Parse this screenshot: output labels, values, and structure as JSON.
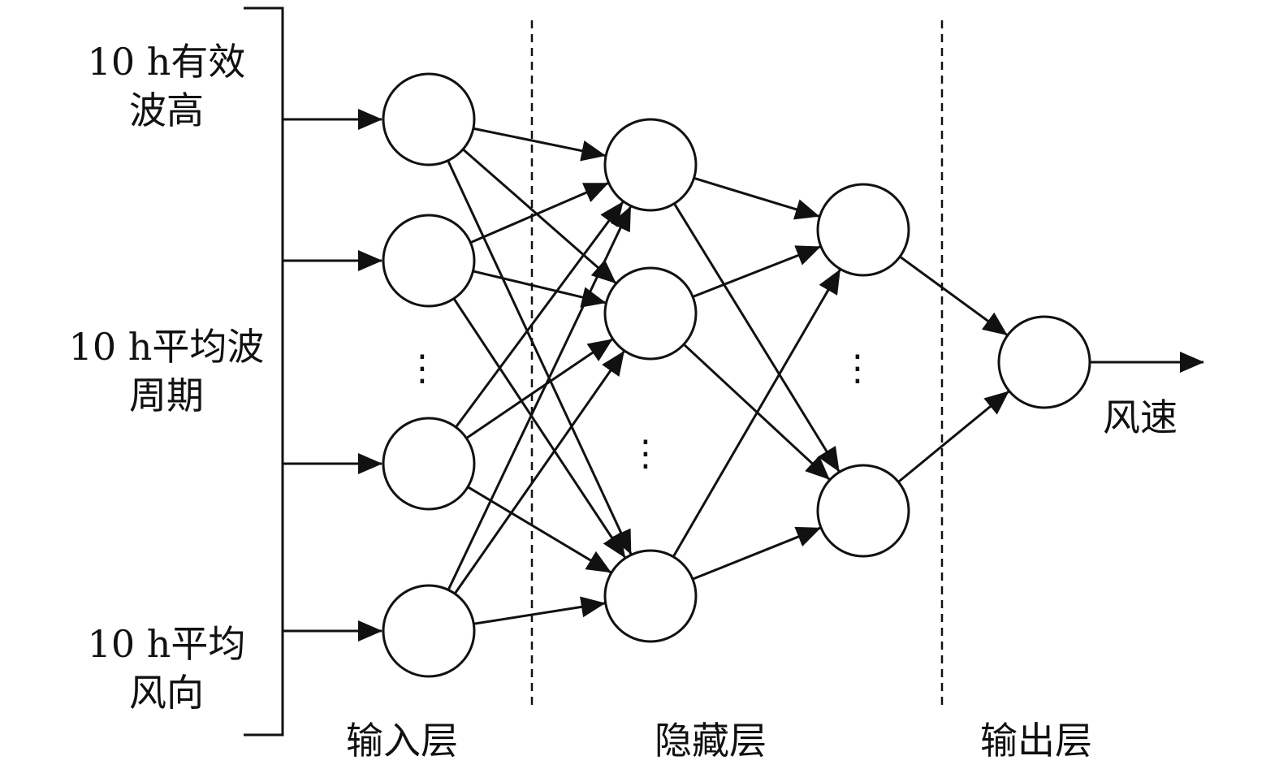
{
  "inputs": [
    {
      "line1": "10 h有效",
      "line2": "波高"
    },
    {
      "line1": "10 h平均波",
      "line2": "周期"
    },
    {
      "line1": "10 h平均",
      "line2": "风向"
    }
  ],
  "layers": {
    "input": "输入层",
    "hidden": "隐藏层",
    "output": "输出层"
  },
  "output_label": "风速",
  "ellipsis": "⋮",
  "colors": {
    "stroke": "#111111",
    "background": "#ffffff"
  }
}
